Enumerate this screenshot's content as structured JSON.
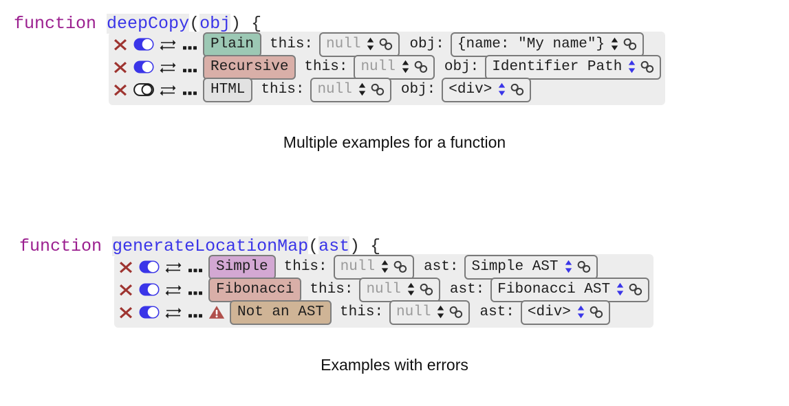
{
  "page": {
    "background": "#ffffff",
    "accent_blue": "#3a35e8",
    "keyword_purple": "#9b1f8f",
    "panel_grey": "#ededed",
    "delete_red": "#9e3430",
    "warn_red": "#b0504c"
  },
  "groups": [
    {
      "id": "group-0",
      "signature": {
        "keyword": "function",
        "name": "deepCopy",
        "open_paren": "(",
        "param": "obj",
        "close_paren": ")",
        "brace": "{"
      },
      "caption": "Multiple examples for a function",
      "rows": [
        {
          "delete_icon": "close-x-icon",
          "toggle": {
            "icon": "toggle-switch-icon",
            "on": true
          },
          "swap_icon": "swap-arrows-icon",
          "more_icon": "ellipsis-icon",
          "warning": null,
          "badge": {
            "text": "Plain",
            "color": "#9cc8b4"
          },
          "fields": [
            {
              "label": "this:",
              "value": "null",
              "is_null": true,
              "spinner": "stepper-icon",
              "spinner_active": false,
              "link": "link-chain-icon"
            },
            {
              "label": "obj:",
              "value": "{name: \"My name\"}",
              "is_null": false,
              "spinner": "stepper-icon",
              "spinner_active": false,
              "link": "link-chain-icon"
            }
          ]
        },
        {
          "delete_icon": "close-x-icon",
          "toggle": {
            "icon": "toggle-switch-icon",
            "on": true
          },
          "swap_icon": "swap-arrows-icon",
          "more_icon": "ellipsis-icon",
          "warning": null,
          "badge": {
            "text": "Recursive",
            "color": "#d9afa8"
          },
          "fields": [
            {
              "label": "this:",
              "value": "null",
              "is_null": true,
              "spinner": "stepper-icon",
              "spinner_active": false,
              "link": "link-chain-icon"
            },
            {
              "label": "obj:",
              "value": "Identifier Path",
              "is_null": false,
              "spinner": "stepper-icon",
              "spinner_active": true,
              "link": "link-chain-icon"
            }
          ]
        },
        {
          "delete_icon": "close-x-icon",
          "toggle": {
            "icon": "toggle-switch-icon",
            "on": false
          },
          "swap_icon": "swap-arrows-icon",
          "more_icon": "ellipsis-icon",
          "warning": null,
          "badge": {
            "text": "HTML",
            "color": "#e2e2e2"
          },
          "fields": [
            {
              "label": "this:",
              "value": "null",
              "is_null": true,
              "spinner": "stepper-icon",
              "spinner_active": false,
              "link": "link-chain-icon"
            },
            {
              "label": "obj:",
              "value": "<div>",
              "is_null": false,
              "spinner": "stepper-icon",
              "spinner_active": true,
              "link": "link-chain-icon"
            }
          ]
        }
      ]
    },
    {
      "id": "group-1",
      "signature": {
        "keyword": "function",
        "name": "generateLocationMap",
        "open_paren": "(",
        "param": "ast",
        "close_paren": ")",
        "brace": "{"
      },
      "caption": "Examples with errors",
      "rows": [
        {
          "delete_icon": "close-x-icon",
          "toggle": {
            "icon": "toggle-switch-icon",
            "on": true
          },
          "swap_icon": "swap-arrows-icon",
          "more_icon": "ellipsis-icon",
          "warning": null,
          "badge": {
            "text": "Simple",
            "color": "#d3a8d3"
          },
          "fields": [
            {
              "label": "this:",
              "value": "null",
              "is_null": true,
              "spinner": "stepper-icon",
              "spinner_active": false,
              "link": "link-chain-icon"
            },
            {
              "label": "ast:",
              "value": "Simple AST",
              "is_null": false,
              "spinner": "stepper-icon",
              "spinner_active": true,
              "link": "link-chain-icon"
            }
          ]
        },
        {
          "delete_icon": "close-x-icon",
          "toggle": {
            "icon": "toggle-switch-icon",
            "on": true
          },
          "swap_icon": "swap-arrows-icon",
          "more_icon": "ellipsis-icon",
          "warning": null,
          "badge": {
            "text": "Fibonacci",
            "color": "#d9afa8"
          },
          "fields": [
            {
              "label": "this:",
              "value": "null",
              "is_null": true,
              "spinner": "stepper-icon",
              "spinner_active": false,
              "link": "link-chain-icon"
            },
            {
              "label": "ast:",
              "value": "Fibonacci AST",
              "is_null": false,
              "spinner": "stepper-icon",
              "spinner_active": true,
              "link": "link-chain-icon"
            }
          ]
        },
        {
          "delete_icon": "close-x-icon",
          "toggle": {
            "icon": "toggle-switch-icon",
            "on": true
          },
          "swap_icon": "swap-arrows-icon",
          "more_icon": "ellipsis-icon",
          "warning": "warning-triangle-icon",
          "badge": {
            "text": "Not an AST",
            "color": "#cfb496"
          },
          "fields": [
            {
              "label": "this:",
              "value": "null",
              "is_null": true,
              "spinner": "stepper-icon",
              "spinner_active": false,
              "link": "link-chain-icon"
            },
            {
              "label": "ast:",
              "value": "<div>",
              "is_null": false,
              "spinner": "stepper-icon",
              "spinner_active": true,
              "link": "link-chain-icon"
            }
          ]
        }
      ]
    }
  ]
}
